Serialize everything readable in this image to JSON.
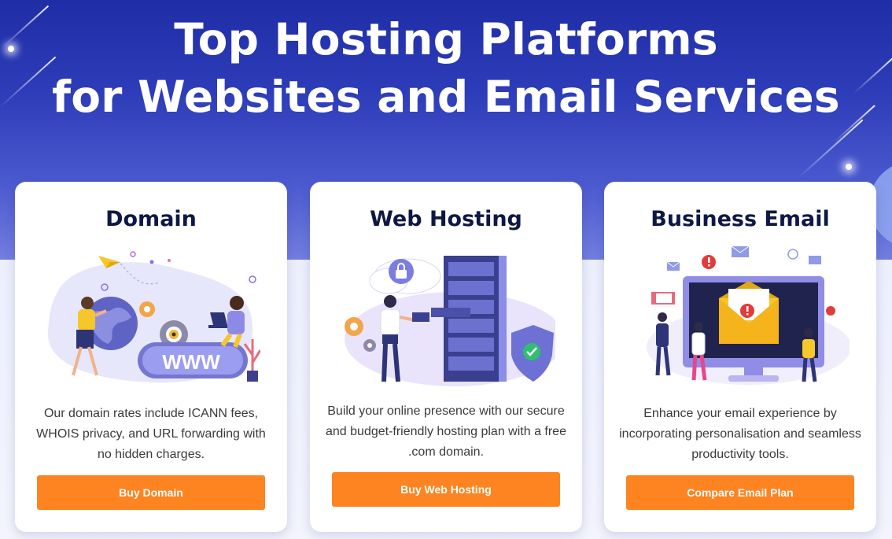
{
  "hero": {
    "title_line1": "Top Hosting Platforms",
    "title_line2": "for Websites and Email Services"
  },
  "cards": [
    {
      "title": "Domain",
      "description": "Our domain rates include ICANN fees, WHOIS privacy, and URL forwarding with no hidden charges.",
      "button": "Buy Domain",
      "illustration_text": "WWW"
    },
    {
      "title": "Web Hosting",
      "description": "Build your online presence with our secure and budget-friendly hosting plan with a free .com domain.",
      "button": "Buy Web Hosting"
    },
    {
      "title": "Business Email",
      "description": "Enhance your email experience by incorporating personalisation and seamless productivity tools.",
      "button": "Compare Email Plan"
    }
  ],
  "colors": {
    "hero_top": "#1f2da6",
    "hero_bottom": "#7480e0",
    "button": "#fd8420",
    "card_title": "#0e1846",
    "text": "#3a3a3a"
  },
  "icons": [
    "paper-plane-icon",
    "globe-icon",
    "gear-icon",
    "lock-icon",
    "cloud-icon",
    "server-icon",
    "shield-check-icon",
    "envelope-icon",
    "alert-icon",
    "monitor-icon"
  ]
}
